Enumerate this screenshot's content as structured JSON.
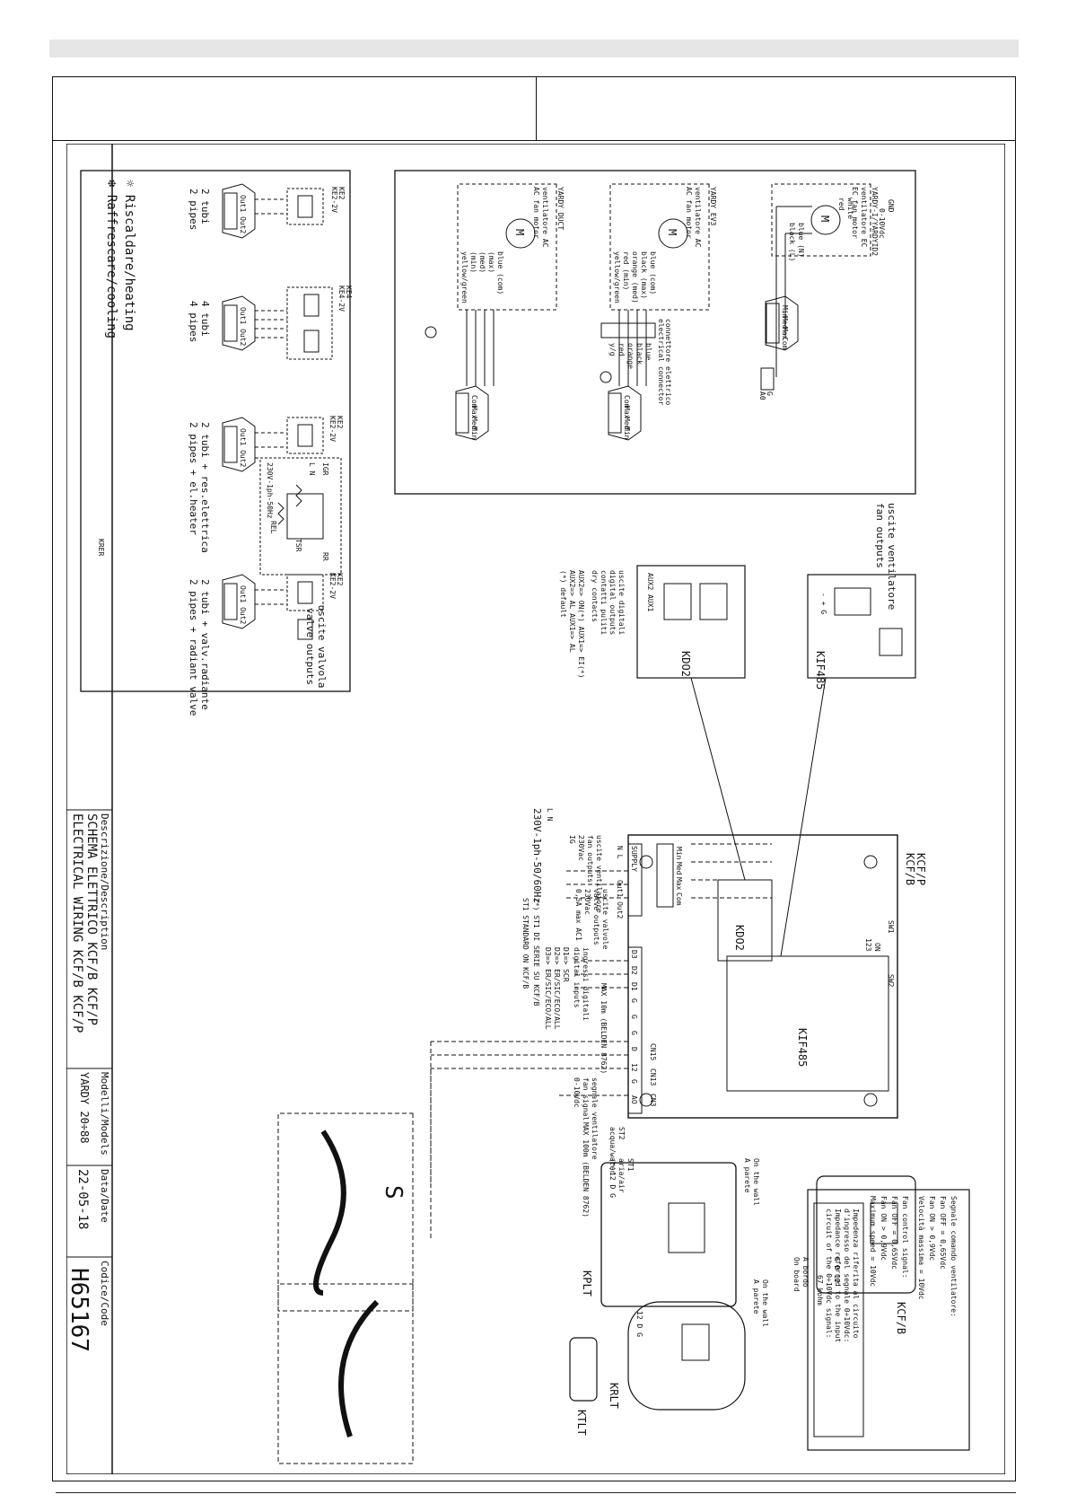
{
  "header": {
    "left": "",
    "right": ""
  },
  "title_block": {
    "description_label": "Descrizione/Description",
    "description_line1": "SCHEMA ELETTRICO KCF/B KCF/P",
    "description_line2": "ELECTRICAL WIRING KCF/B KCF/P",
    "models_label": "Modelli/Models",
    "models_value": "YARDY 20÷88",
    "date_label": "Data/Date",
    "date_value": "22-05-18",
    "code_label": "Codice/Code",
    "code_value": "H65167"
  },
  "valves": {
    "legend_heating": "☼  Riscaldare/heating",
    "legend_cooling": "❄  Raffrescare/cooling",
    "title_it": "uscite valvola",
    "title_en": "valve outputs",
    "out_label": "Out1 Out2",
    "terminals": "N 1 N 2",
    "groups": [
      {
        "it": "2 tubi",
        "en": "2 pipes",
        "model1": "KE2-2V",
        "model2": "KE2"
      },
      {
        "it": "4 tubi",
        "en": "4 pipes",
        "model1": "KE4-2V",
        "model2": "KE4"
      },
      {
        "it": "2 tubi + res.elettrica",
        "en": "2 pipes + el.heater",
        "model1": "KE2-2V",
        "model2": "KE2"
      },
      {
        "it": "2 tubi + valv.radiante",
        "en": "2 pipes + radiant valve",
        "model1": "KE2-2V",
        "model2": "KE2"
      }
    ],
    "kres": {
      "name": "KRER",
      "supply": "230V-1ph-50Hz",
      "igr": "IGR",
      "tsr": "TSR",
      "rel": "REL",
      "rr": "RR",
      "ln": "L N"
    }
  },
  "fans": {
    "title_it": "uscite ventilatore",
    "title_en": "fan outputs",
    "motor_label": "M",
    "ec": {
      "title": "YARDY-I/YARDYID2",
      "sub1": "ventilatore EC",
      "sub2": "EC fan motor",
      "white": "white",
      "red": "red",
      "blue": "blue (N)",
      "black": "black (L)",
      "gnd": "GND",
      "sig": "0-10Vdc",
      "g": "G",
      "ao": "A0",
      "terms": [
        "Min",
        "Med",
        "Max",
        "Com"
      ]
    },
    "ev3": {
      "title": "YARDY EV3",
      "sub1": "ventilatore AC",
      "sub2": "AC fan motor",
      "wires": [
        "blue (com)",
        "black (max)",
        "orange (med)",
        "red (min)",
        "yellow/green"
      ],
      "conn": [
        "blue",
        "black",
        "orange",
        "red",
        "y/g"
      ],
      "conn_it": "connettore elettrico",
      "conn_en": "electrical connector",
      "terms": [
        "Com",
        "Max",
        "Med",
        "Min"
      ]
    },
    "duct": {
      "title": "YARDY DUCT",
      "sub1": "ventilatore AC",
      "sub2": "AC fan motor",
      "wires": [
        "blue (com)",
        "(max)",
        "(med)",
        "(min)",
        "yellow/green"
      ],
      "terms": [
        "Com",
        "Max",
        "Med",
        "Min"
      ]
    }
  },
  "kif485": {
    "title": "KIF485",
    "terms": "- + G"
  },
  "kdo2": {
    "title": "KDO2",
    "aux": "AUX2 AUX1",
    "label_it": "uscite digitali",
    "label_en": "digital outputs",
    "label3": "contatti puliti",
    "label4": "dry contacts",
    "aux2": "AUX2=> ON(*)  AUX1=> EI(*)",
    "aux2b": "AUX2=> AL     AUX1=> AL",
    "default": "(*) default"
  },
  "board": {
    "title1": "KCF/B",
    "title2": "KCF/P",
    "sw1": "SW1",
    "sw2": "SW2",
    "on": "ON",
    "sw_pins": "123",
    "kif": "KIF485",
    "kdo": "KDO2",
    "fan_out_it": "uscite ventilatore",
    "fan_out_en": "fan outputs",
    "fan_out_v": "230Vac",
    "fan_terms": [
      "Min",
      "Med",
      "Max",
      "Com"
    ],
    "supply": "SUPPLY",
    "supply_terms": "N L",
    "out_terms": "Out1 Out2",
    "valve_it": "uscite valvole",
    "valve_en": "valve outputs",
    "valve_v": "230Vac",
    "valve_max": "0,5A max AC1",
    "left_terms": [
      "D3",
      "D2",
      "D1",
      "G",
      "G",
      "G",
      "D",
      "12",
      "G",
      "AO"
    ],
    "cn": [
      "CN15",
      "CN13",
      "CN3"
    ],
    "power": "230V-1ph-50/60Hz",
    "ig": "IG",
    "ln": "L N",
    "st1_note1": "(*) ST1 DI SERIE SU KCF/B",
    "st1_note2": "ST1 STANDARD ON KCF/B",
    "din_it": "ingressi digitali",
    "din_en": "digital inputs",
    "d1": "D1=> SCR",
    "d2": "D2=> ER/SIC/ECO/ALL",
    "d3": "D3=> ER/SIC/ECO/ALL",
    "max10": "MAX 10m (BELDEN 8762)",
    "max100": "MAX 100m (BELDEN 8762)",
    "fan_sig_it": "segnale ventilatore",
    "fan_sig_en": "fan signal",
    "fan_sig_v": "0-10Vdc",
    "st2": "ST2",
    "st2_label": "acqua/water",
    "st1": "ST1",
    "st1_label": "aria/air",
    "st1_star": "(*)"
  },
  "kcfb": {
    "title": "KCF/B",
    "sub_it": "A bordo",
    "sub_en": "On board",
    "terms": "G D 12"
  },
  "kplt": {
    "title": "KPLT",
    "wall_it": "A parete",
    "wall_en": "On the wall",
    "terms": "12 D G",
    "cable": "S"
  },
  "krlt": {
    "title": "KRLT",
    "wall_it": "A parete",
    "wall_en": "On the wall",
    "terms": "12 D G"
  },
  "ktlt": {
    "title": "KTLT"
  },
  "signals": {
    "lines": [
      "Segnale comando ventilatore:",
      "Fan OFF  = 0,65Vdc",
      "Fan ON   > 0,9Vdc",
      "Velocità massima = 10Vdc",
      "Fan control signal:",
      "Fan OFF  = 0,65Vdc",
      "Fan ON   > 0,9Vdc",
      "Maximum speed = 10Vdc"
    ],
    "imp_lines": [
      "Impedenza riferita al circuito",
      "d'ingresso del segnale 0÷10Vdc:",
      "Impedance referred to the input",
      "circuit of the 0÷10Vdc signal:",
      "67 kohm"
    ]
  }
}
